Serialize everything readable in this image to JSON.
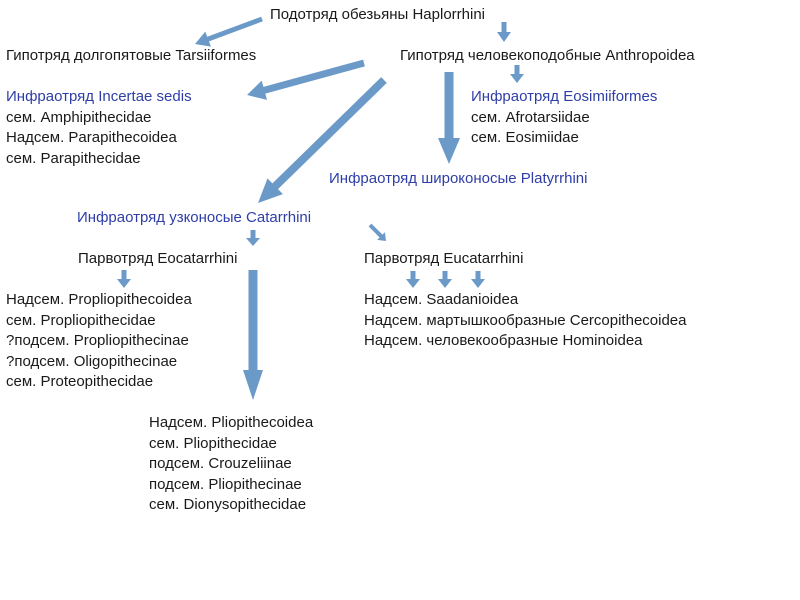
{
  "colors": {
    "text": "#1a1a1a",
    "accent_text": "#2e3ea6",
    "arrow": "#6c9ac8"
  },
  "nodes": {
    "haplorrhini": "Подотряд обезьяны Haplorrhini",
    "tarsiiformes": "Гипотряд долгопятовые Tarsiiformes",
    "anthropoidea": "Гипотряд человекоподобные Anthropoidea",
    "incertae": {
      "title": "Инфраотряд Incertae sedis",
      "items": [
        "сем. Amphipithecidae",
        "Надсем. Parapithecoidea",
        "сем. Parapithecidae"
      ]
    },
    "eosimiiformes": {
      "title": "Инфраотряд Eosimiiformes",
      "items": [
        "сем. Afrotarsiidae",
        "сем. Eosimiidae"
      ]
    },
    "platyrrhini": "Инфраотряд широконосые Platyrrhini",
    "catarrhini": "Инфраотряд узконосые Catarrhini",
    "eocatarrhini": "Парвотряд Eocatarrhini",
    "eucatarrhini": "Парвотряд Eucatarrhini",
    "propliopithecoidea": {
      "items": [
        "Надсем. Propliopithecoidea",
        "сем. Propliopithecidae",
        "?подсем. Propliopithecinae",
        "?подсем. Oligopithecinae",
        "сем. Proteopithecidae"
      ]
    },
    "pliopithecoidea": {
      "items": [
        "Надсем. Pliopithecoidea",
        "сем. Pliopithecidae",
        "подсем. Crouzeliinae",
        "подсем. Pliopithecinae",
        "сем. Dionysopithecidae"
      ]
    },
    "eucatarrhini_groups": {
      "items": [
        "Надсем. Saadanioidea",
        "Надсем. мартышкообразные Cercopithecoidea",
        "Надсем. человекообразные Hominoidea"
      ]
    }
  }
}
